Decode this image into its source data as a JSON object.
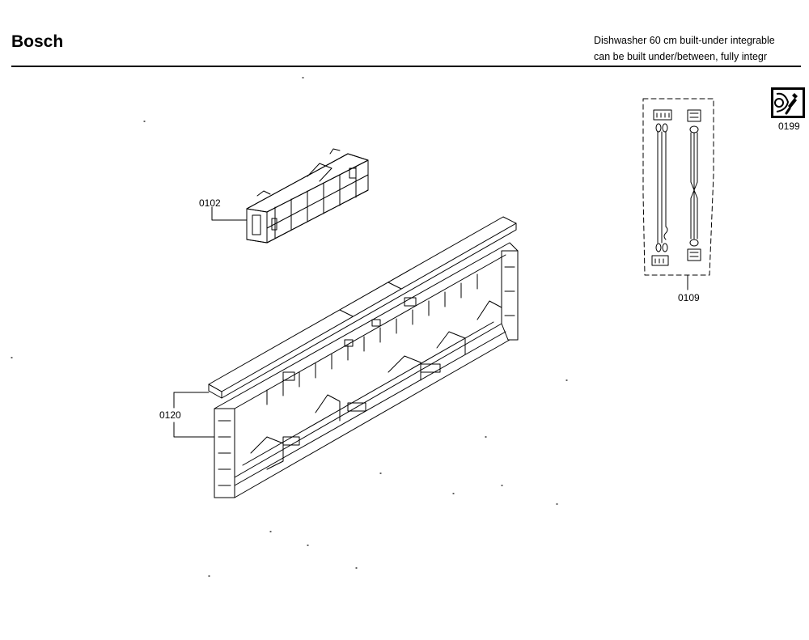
{
  "header": {
    "brand": "Bosch",
    "description_line1": "Dishwasher 60 cm built-under integrable",
    "description_line2": "can be built under/between, fully integr"
  },
  "callouts": {
    "control_module": "0102",
    "control_panel": "0120",
    "cable_harness": "0109",
    "service_icon": "0199"
  },
  "icons": {
    "service": "wrench-service-icon"
  }
}
